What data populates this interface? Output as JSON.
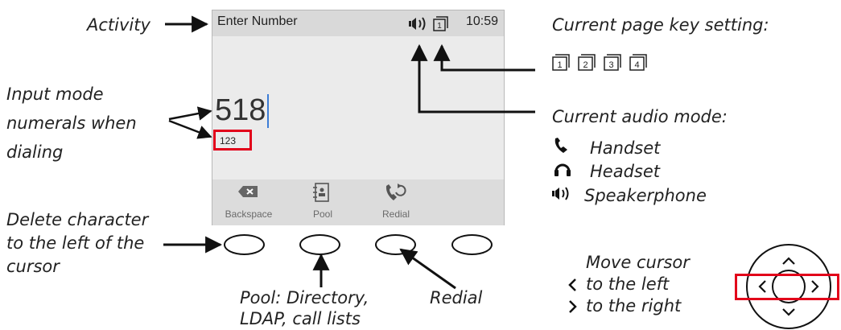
{
  "screen": {
    "title": "Enter Number",
    "time": "10:59",
    "page_key_number": "1",
    "dialed_digits": "518",
    "input_mode": "123",
    "softkeys": [
      {
        "label": "Backspace",
        "icon": "backspace-icon"
      },
      {
        "label": "Pool",
        "icon": "directory-icon"
      },
      {
        "label": "Redial",
        "icon": "redial-icon"
      }
    ]
  },
  "annotations": {
    "activity": "Activity",
    "input_mode": [
      "Input mode",
      "numerals when",
      "dialing"
    ],
    "delete_character": [
      "Delete character",
      "to the left of the",
      "cursor"
    ],
    "pool": [
      "Pool:  Directory,",
      "LDAP, call lists"
    ],
    "redial": "Redial",
    "page_key_title": "Current page key setting:",
    "page_keys": [
      "1",
      "2",
      "3",
      "4"
    ],
    "audio_mode_title": "Current audio mode:",
    "audio_modes": [
      {
        "label": "Handset",
        "icon": "handset-icon"
      },
      {
        "label": "Headset",
        "icon": "headset-icon"
      },
      {
        "label": "Speakerphone",
        "icon": "speaker-icon"
      }
    ],
    "move_cursor": "Move cursor",
    "cursor_left": "to the left",
    "cursor_right": "to the right"
  },
  "colors": {
    "highlight": "#e2001a",
    "cursor": "#3d7dd6",
    "screen_bg": "#ebebeb",
    "screen_header": "#d9d9d9",
    "softkey_bar": "#dcdcdc"
  }
}
